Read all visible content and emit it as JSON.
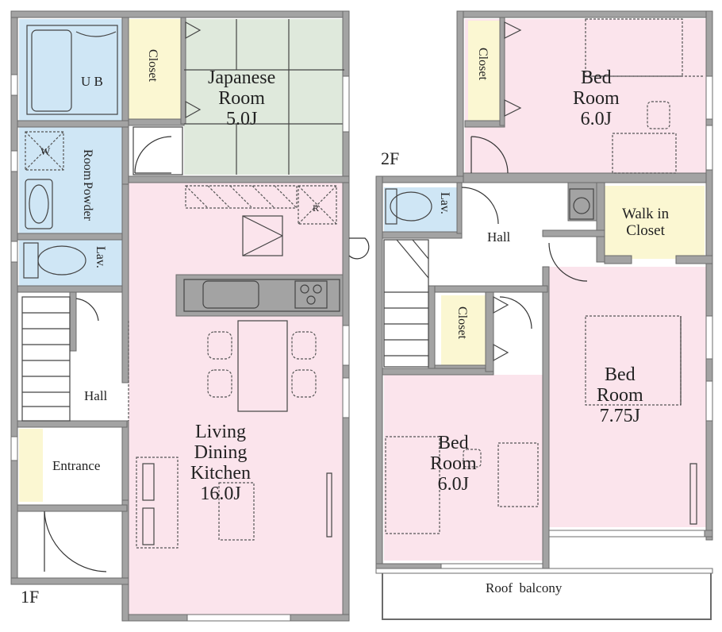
{
  "floors": {
    "first": "1F",
    "second": "2F"
  },
  "rooms_1f": {
    "ub": "U B",
    "closet": "Closet",
    "japanese_room": [
      "Japanese",
      "Room",
      "5.0J"
    ],
    "w_mark": "W",
    "powder_room": [
      "Powder",
      "Room"
    ],
    "r_mark": "R",
    "lav": "Lav.",
    "hall": "Hall",
    "entrance": "Entrance",
    "ldk": [
      "Living",
      "Dining",
      "Kitchen",
      "16.0J"
    ]
  },
  "rooms_2f": {
    "closet_top": "Closet",
    "bedroom_a": [
      "Bed",
      "Room",
      "6.0J"
    ],
    "lav": "Lav.",
    "hall": "Hall",
    "walk_in_closet": [
      "Walk in",
      "Closet"
    ],
    "closet_mid": "Closet",
    "bedroom_b": [
      "Bed",
      "Room",
      "7.75J"
    ],
    "bedroom_c": [
      "Bed",
      "Room",
      "6.0J"
    ],
    "roof_balcony": "Roof  balcony"
  },
  "colors": {
    "wall": "#a3a3a3",
    "wall_edge": "#6b6b6b",
    "pink": "#fbe4ec",
    "green": "#dfe9dc",
    "blue": "#cfe6f5",
    "cream": "#fbf7d2",
    "white": "#ffffff"
  }
}
